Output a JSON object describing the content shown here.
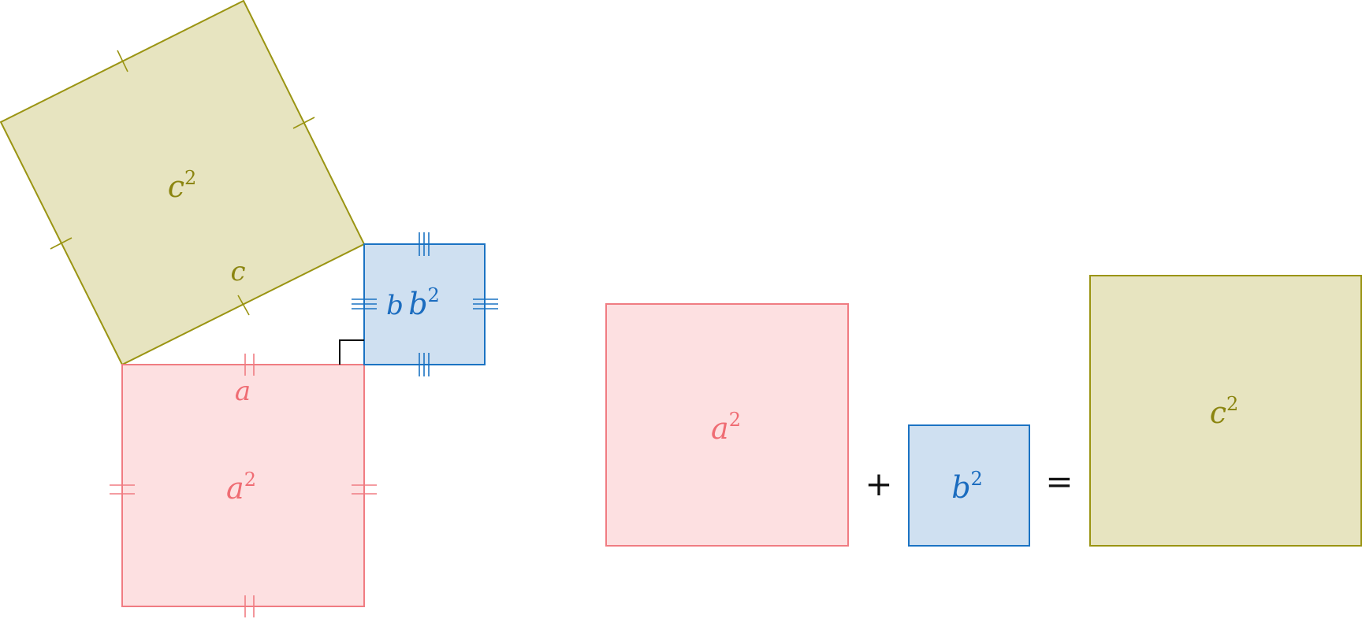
{
  "colors": {
    "red_stroke": "#f07c82",
    "red_fill": "#fde0e1",
    "red_text": "#ef6c73",
    "blue_stroke": "#1b73c3",
    "blue_fill": "#cfe0f1",
    "blue_text": "#1b6cbf",
    "olive_stroke": "#9a9412",
    "olive_fill": "#e7e4c0",
    "olive_text": "#8b8510",
    "black": "#111111"
  },
  "figure": {
    "side_a": "a",
    "side_b": "b",
    "side_c": "c",
    "area_a": {
      "base": "a",
      "exp": "2"
    },
    "area_b": {
      "base": "b",
      "exp": "2"
    },
    "area_c": {
      "base": "c",
      "exp": "2"
    }
  },
  "equation": {
    "term_a": {
      "base": "a",
      "exp": "2"
    },
    "plus": "+",
    "term_b": {
      "base": "b",
      "exp": "2"
    },
    "equals": "=",
    "term_c": {
      "base": "c",
      "exp": "2"
    }
  }
}
